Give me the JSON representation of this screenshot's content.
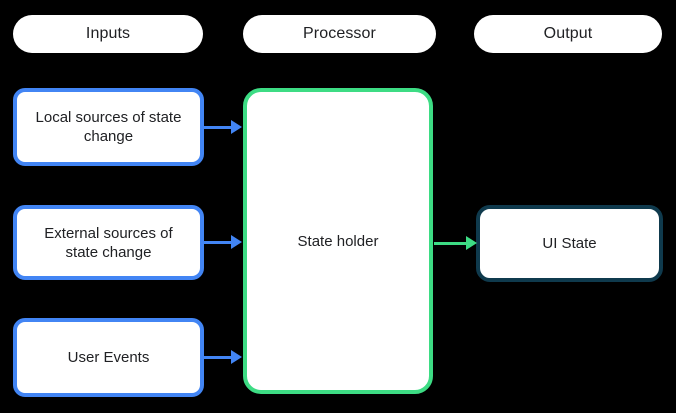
{
  "diagram": {
    "columns": {
      "inputs": {
        "label": "Inputs"
      },
      "processor": {
        "label": "Processor"
      },
      "output": {
        "label": "Output"
      }
    },
    "nodes": {
      "local_sources": {
        "label": "Local sources of state\nchange"
      },
      "external_sources": {
        "label": "External sources of\nstate change"
      },
      "user_events": {
        "label": "User Events"
      },
      "state_holder": {
        "label": "State holder"
      },
      "ui_state": {
        "label": "UI State"
      }
    },
    "colors": {
      "background": "#000000",
      "node_fill": "#ffffff",
      "text": "#202124",
      "input_accent": "#4285f4",
      "processor_accent": "#3ddc84",
      "output_accent": "#0f3a4d"
    }
  }
}
